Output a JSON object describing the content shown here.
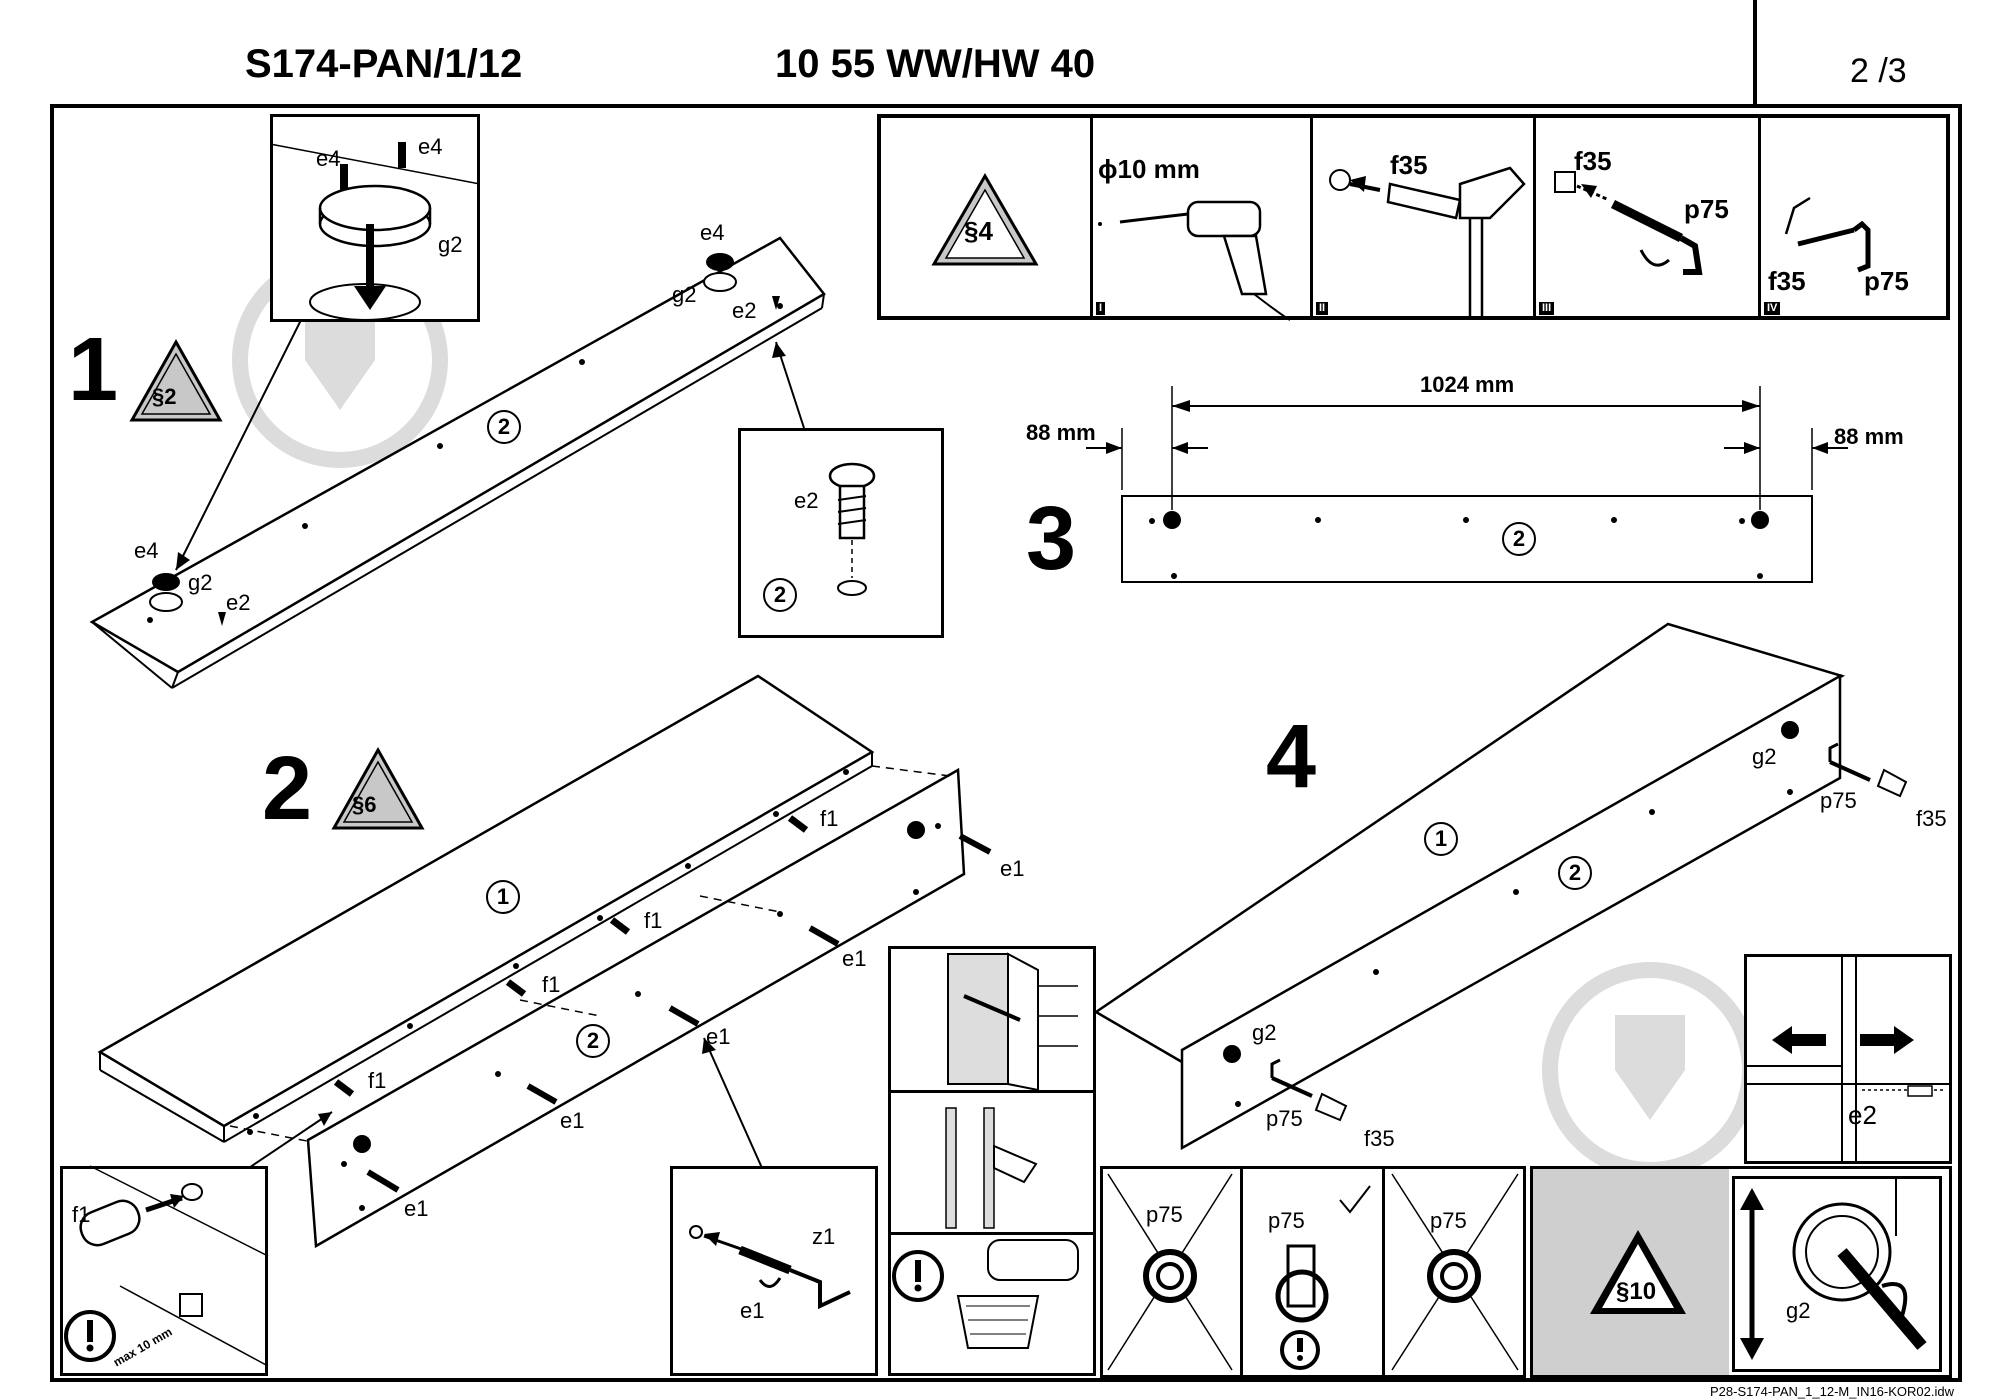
{
  "header": {
    "product_code": "S174-PAN/1/12",
    "product_name": "10 55 WW/HW 40",
    "page_number": "2 /3"
  },
  "footer": {
    "file_ref": "P28-S174-PAN_1_12-M_IN16-KOR02.idw"
  },
  "steps": {
    "s1": {
      "number": "1",
      "warning": "§2"
    },
    "s2": {
      "number": "2",
      "warning": "§6"
    },
    "s3": {
      "number": "3"
    },
    "s4": {
      "number": "4"
    }
  },
  "parts": {
    "e4": "e4",
    "g2": "g2",
    "e2": "e2",
    "e1": "e1",
    "f1": "f1",
    "f35": "f35",
    "p75": "p75",
    "z1": "z1",
    "panel_1": "1",
    "panel_2": "2"
  },
  "tools": {
    "warning": "§4",
    "drill_size": "ϕ10 mm",
    "step_labels": [
      "I",
      "II",
      "III",
      "IV"
    ]
  },
  "dimensions": {
    "total": "1024 mm",
    "left_offset": "88 mm",
    "right_offset": "88 mm"
  },
  "notes": {
    "max_depth": "max 10 mm",
    "warning_10": "§10"
  },
  "colors": {
    "warning_fill": "#c8c8c8",
    "watermark": "#dcdcdc",
    "grey_panel": "#cfcfcf"
  }
}
